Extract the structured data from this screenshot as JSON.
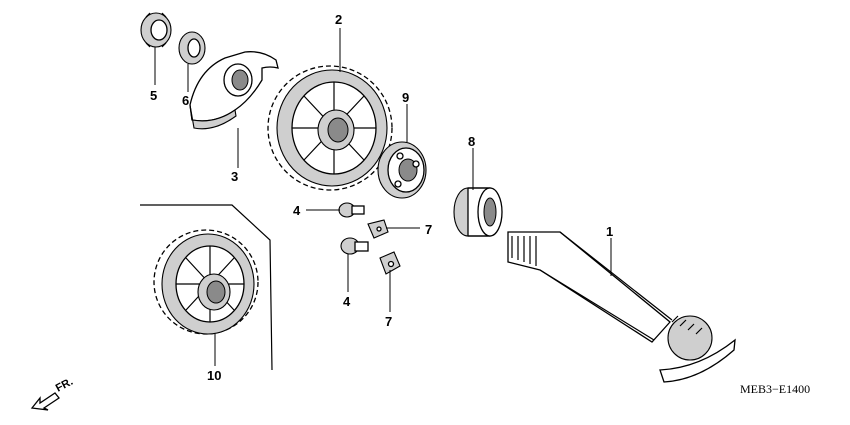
{
  "callouts": [
    {
      "id": "c1",
      "label": "1"
    },
    {
      "id": "c2",
      "label": "2"
    },
    {
      "id": "c3",
      "label": "3"
    },
    {
      "id": "c4a",
      "label": "4"
    },
    {
      "id": "c4b",
      "label": "4"
    },
    {
      "id": "c5",
      "label": "5"
    },
    {
      "id": "c6",
      "label": "6"
    },
    {
      "id": "c7a",
      "label": "7"
    },
    {
      "id": "c7b",
      "label": "7"
    },
    {
      "id": "c8",
      "label": "8"
    },
    {
      "id": "c9",
      "label": "9"
    },
    {
      "id": "c10",
      "label": "10"
    }
  ],
  "diagram_code": "MEB3−E1400",
  "direction_label": "FR.",
  "colors": {
    "ink": "#000000",
    "shade": "#cfcfcf",
    "dark": "#8a8a8a",
    "paper": "#ffffff"
  }
}
